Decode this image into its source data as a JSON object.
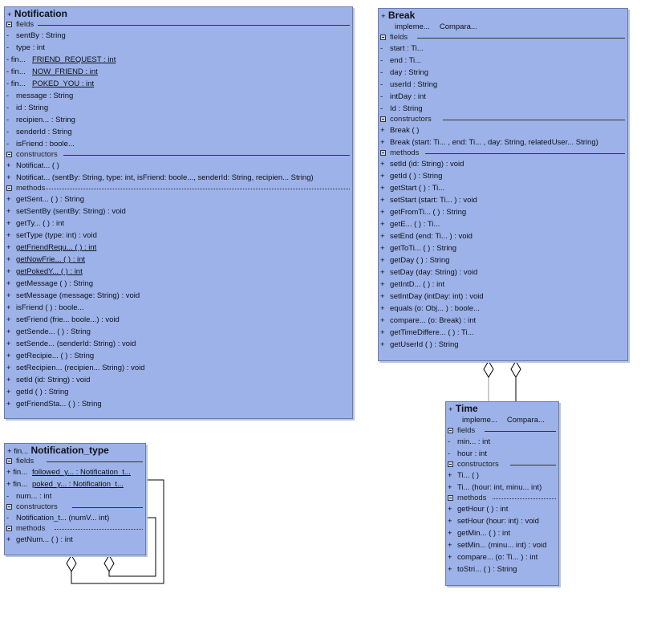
{
  "notification": {
    "visibility": "+",
    "name": "Notification",
    "fields_label": "fields",
    "fields": [
      {
        "vis": "-",
        "text": "sentBy : String",
        "static": false
      },
      {
        "vis": "-",
        "text": "type : int",
        "static": false
      },
      {
        "vis": "- fin...",
        "text": "FRIEND_REQUEST : int",
        "static": true
      },
      {
        "vis": "- fin...",
        "text": "NOW_FRIEND : int",
        "static": true
      },
      {
        "vis": "- fin...",
        "text": "POKED_YOU : int",
        "static": true
      },
      {
        "vis": "-",
        "text": "message : String",
        "static": false
      },
      {
        "vis": "-",
        "text": "id : String",
        "static": false
      },
      {
        "vis": "-",
        "text": "recipien... : String",
        "static": false
      },
      {
        "vis": "-",
        "text": "senderId : String",
        "static": false
      },
      {
        "vis": "-",
        "text": "isFriend : boole...",
        "static": false
      }
    ],
    "constructors_label": "constructors",
    "constructors": [
      {
        "vis": "+",
        "text": "Notificat... ( )",
        "static": false
      },
      {
        "vis": "+",
        "text": "Notificat... (sentBy: String, type: int, isFriend: boole..., senderId: String, recipien... String)",
        "static": false
      }
    ],
    "methods_label": "methods",
    "methods": [
      {
        "vis": "+",
        "text": "getSent... ( ) : String",
        "static": false
      },
      {
        "vis": "+",
        "text": "setSentBy (sentBy: String) : void",
        "static": false
      },
      {
        "vis": "+",
        "text": "getTy... ( ) : int",
        "static": false
      },
      {
        "vis": "+",
        "text": "setType (type: int) : void",
        "static": false
      },
      {
        "vis": "+",
        "text": "getFriendRequ... ( ) : int",
        "static": true
      },
      {
        "vis": "+",
        "text": "getNowFrie... ( ) : int",
        "static": true
      },
      {
        "vis": "+",
        "text": "getPokedY... ( ) : int",
        "static": true
      },
      {
        "vis": "+",
        "text": "getMessage ( ) : String",
        "static": false
      },
      {
        "vis": "+",
        "text": "setMessage (message: String) : void",
        "static": false
      },
      {
        "vis": "+",
        "text": "isFriend ( ) : boole...",
        "static": false
      },
      {
        "vis": "+",
        "text": "setFriend (frie... boole...) : void",
        "static": false
      },
      {
        "vis": "+",
        "text": "getSende... ( ) : String",
        "static": false
      },
      {
        "vis": "+",
        "text": "setSende... (senderId: String) : void",
        "static": false
      },
      {
        "vis": "+",
        "text": "getRecipie... ( ) : String",
        "static": false
      },
      {
        "vis": "+",
        "text": "setRecipien... (recipien... String) : void",
        "static": false
      },
      {
        "vis": "+",
        "text": "setId (id: String) : void",
        "static": false
      },
      {
        "vis": "+",
        "text": "getId ( ) : String",
        "static": false
      },
      {
        "vis": "+",
        "text": "getFriendSta... ( ) : String",
        "static": false
      }
    ]
  },
  "brk": {
    "visibility": "+",
    "name": "Break",
    "implements": [
      "impleme...",
      "Compara..."
    ],
    "fields_label": "fields",
    "fields": [
      {
        "vis": "-",
        "text": "start : Ti...",
        "static": false
      },
      {
        "vis": "-",
        "text": "end : Ti...",
        "static": false
      },
      {
        "vis": "-",
        "text": "day : String",
        "static": false
      },
      {
        "vis": "-",
        "text": "userId : String",
        "static": false
      },
      {
        "vis": "-",
        "text": "intDay : int",
        "static": false
      },
      {
        "vis": "-",
        "text": "Id : String",
        "static": false
      }
    ],
    "constructors_label": "constructors",
    "constructors": [
      {
        "vis": "+",
        "text": "Break ( )",
        "static": false
      },
      {
        "vis": "+",
        "text": "Break (start: Ti... , end: Ti... , day: String, relatedUser... String)",
        "static": false
      }
    ],
    "methods_label": "methods",
    "methods": [
      {
        "vis": "+",
        "text": "setId (id: String) : void",
        "static": false
      },
      {
        "vis": "+",
        "text": "getId ( ) : String",
        "static": false
      },
      {
        "vis": "+",
        "text": "getStart ( ) : Ti...",
        "static": false
      },
      {
        "vis": "+",
        "text": "setStart (start: Ti... ) : void",
        "static": false
      },
      {
        "vis": "+",
        "text": "getFromTi... ( ) : String",
        "static": false
      },
      {
        "vis": "+",
        "text": "getE... ( ) : Ti...",
        "static": false
      },
      {
        "vis": "+",
        "text": "setEnd (end: Ti... ) : void",
        "static": false
      },
      {
        "vis": "+",
        "text": "getToTi... ( ) : String",
        "static": false
      },
      {
        "vis": "+",
        "text": "getDay ( ) : String",
        "static": false
      },
      {
        "vis": "+",
        "text": "setDay (day: String) : void",
        "static": false
      },
      {
        "vis": "+",
        "text": "getIntD... ( ) : int",
        "static": false
      },
      {
        "vis": "+",
        "text": "setIntDay (intDay: int) : void",
        "static": false
      },
      {
        "vis": "+",
        "text": "equals (o: Obj... ) : boole...",
        "static": false
      },
      {
        "vis": "+",
        "text": "compare... (o: Break) : int",
        "static": false
      },
      {
        "vis": "+",
        "text": "getTimeDiffere... ( ) : Ti...",
        "static": false
      },
      {
        "vis": "+",
        "text": "getUserId ( ) : String",
        "static": false
      }
    ]
  },
  "time": {
    "visibility": "+",
    "name": "Time",
    "implements": [
      "impleme...",
      "Compara..."
    ],
    "fields_label": "fields",
    "fields": [
      {
        "vis": "-",
        "text": "min... : int",
        "static": false
      },
      {
        "vis": "-",
        "text": "hour : int",
        "static": false
      }
    ],
    "constructors_label": "constructors",
    "constructors": [
      {
        "vis": "+",
        "text": "Ti... ( )",
        "static": false
      },
      {
        "vis": "+",
        "text": "Ti... (hour: int, minu... int)",
        "static": false
      }
    ],
    "methods_label": "methods",
    "methods": [
      {
        "vis": "+",
        "text": "getHour ( ) : int",
        "static": false
      },
      {
        "vis": "+",
        "text": "setHour (hour: int) : void",
        "static": false
      },
      {
        "vis": "+",
        "text": "getMin... ( ) : int",
        "static": false
      },
      {
        "vis": "+",
        "text": "setMin... (minu... int) : void",
        "static": false
      },
      {
        "vis": "+",
        "text": "compare... (o: Ti... ) : int",
        "static": false
      },
      {
        "vis": "+",
        "text": "toStri... ( ) : String",
        "static": false
      }
    ]
  },
  "ntype": {
    "visibility": "+ fin...",
    "name": "Notification_type",
    "fields_label": "fields",
    "fields": [
      {
        "vis": "+ fin...",
        "text": "followed_y... : Notification_t...",
        "static": true
      },
      {
        "vis": "+ fin...",
        "text": "poked_y... : Notification_t...",
        "static": true
      },
      {
        "vis": "-",
        "text": "num... : int",
        "static": false
      }
    ],
    "constructors_label": "constructors",
    "constructors": [
      {
        "vis": "-",
        "text": "Notification_t... (numV... int)",
        "static": false
      }
    ],
    "methods_label": "methods",
    "methods": [
      {
        "vis": "+",
        "text": "getNum... ( ) : int",
        "static": false
      }
    ]
  }
}
